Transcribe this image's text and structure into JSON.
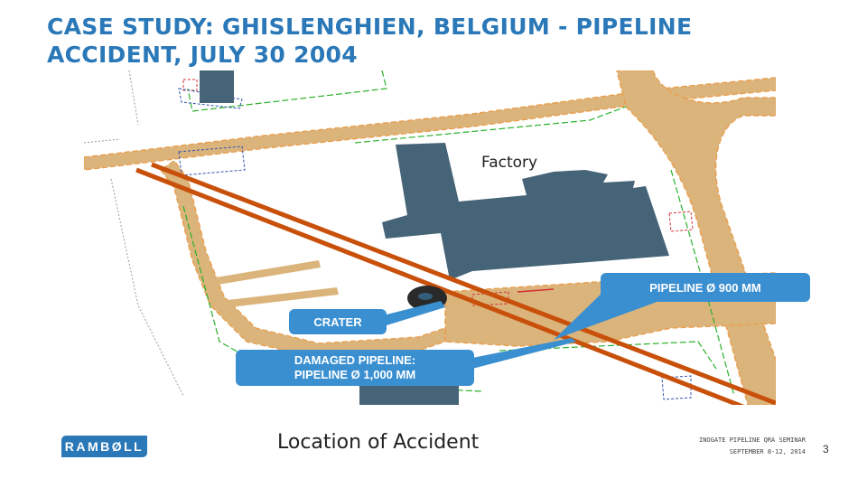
{
  "slide": {
    "title_line1": "CASE STUDY: GHISLENGHIEN, BELGIUM - PIPELINE",
    "title_line2": "ACCIDENT, JULY 30 2004",
    "caption": "Location of Accident",
    "page_number": "3"
  },
  "map": {
    "factory_label": "Factory"
  },
  "callouts": {
    "crater": "CRATER",
    "pipeline_900": "PIPELINE Ø 900 MM",
    "damaged_line1": "DAMAGED PIPELINE:",
    "damaged_line2": "PIPELINE Ø 1,000 MM"
  },
  "footer": {
    "logo_text": "RAMBØLL",
    "seminar": "INOGATE PIPELINE QRA SEMINAR",
    "date": "SEPTEMBER 8-12, 2014"
  },
  "colors": {
    "title": "#2a78b8",
    "callout": "#3a8fd0",
    "road": "#dbb47c",
    "road_outline": "#e8a050",
    "pipeline": "#c8500a",
    "building": "#466478",
    "boundary": "#2bb02b"
  }
}
